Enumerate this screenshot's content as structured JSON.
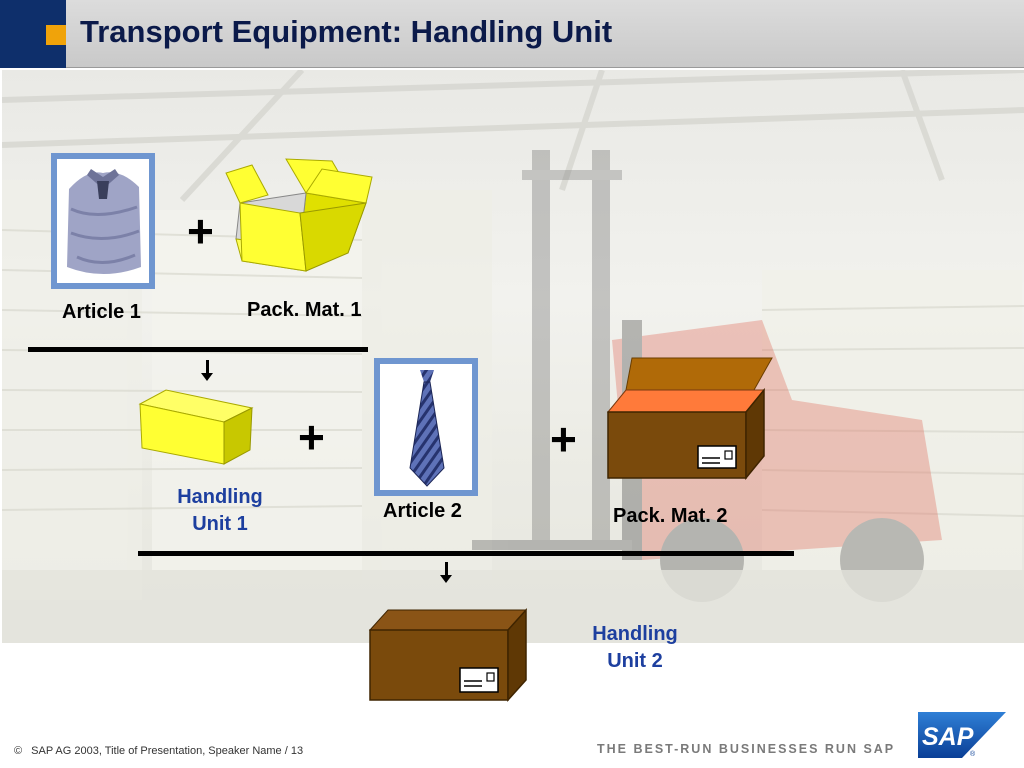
{
  "header": {
    "title": "Transport Equipment: Handling Unit"
  },
  "diagram": {
    "article1": "Article 1",
    "packmat1": "Pack. Mat. 1",
    "handling_unit1_line1": "Handling",
    "handling_unit1_line2": "Unit 1",
    "article2": "Article 2",
    "packmat2": "Pack. Mat. 2",
    "handling_unit2_line1": "Handling",
    "handling_unit2_line2": "Unit 2",
    "plus": "+"
  },
  "footer": {
    "copyright_symbol": "©",
    "text": "SAP AG 2003, Title of Presentation, Speaker Name / 13",
    "slogan": "THE BEST-RUN BUSINESSES RUN SAP",
    "logo_text": "SAP",
    "registered": "®"
  },
  "colors": {
    "header_dark": "#0e2f6b",
    "header_accent": "#f0a30a",
    "hu_label": "#1d3f9f",
    "frame_border": "#6f96d0",
    "yellow_box": "#ffff33",
    "brown_box": "#7a4a0c"
  },
  "icons": [
    "shirt-icon",
    "tie-icon",
    "open-yellow-box-icon",
    "closed-yellow-box-icon",
    "open-brown-box-icon",
    "closed-brown-box-icon",
    "shipping-label-icon"
  ]
}
